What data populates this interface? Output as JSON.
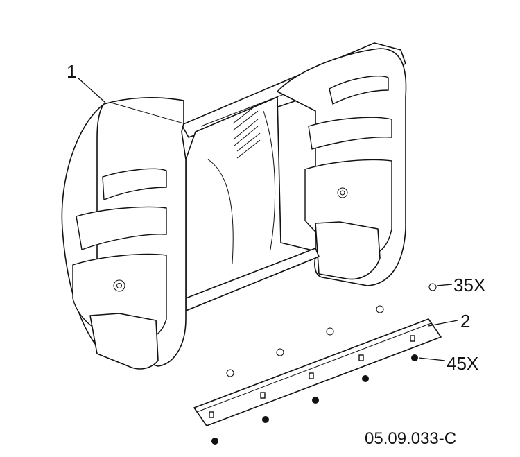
{
  "callouts": [
    {
      "id": "1",
      "text": "1"
    },
    {
      "id": "2",
      "text": "2"
    },
    {
      "id": "3",
      "text": "35X"
    },
    {
      "id": "4",
      "text": "45X"
    }
  ],
  "drawing_code": "05.09.033-C",
  "colors": {
    "ink": "#111111",
    "paper": "#ffffff"
  }
}
